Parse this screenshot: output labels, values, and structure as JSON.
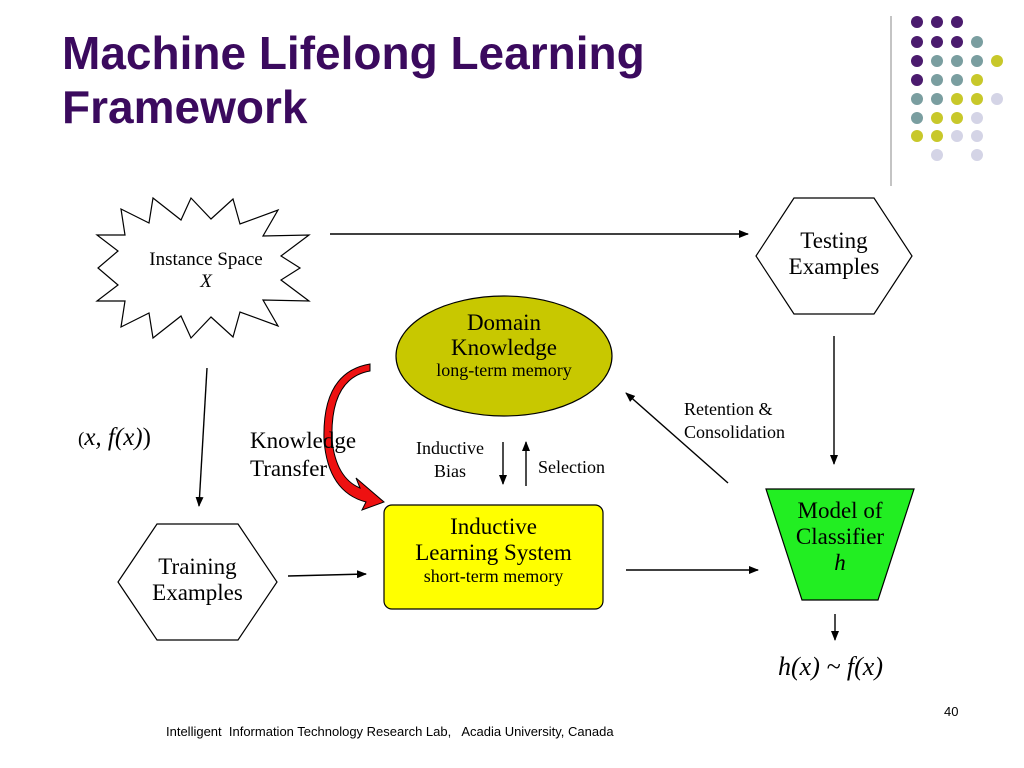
{
  "slide": {
    "title_line1": "Machine Lifelong Learning",
    "title_line2": "Framework",
    "footer": "Intelligent  Information Technology Research Lab,   Acadia University, Canada",
    "page_number": "40"
  },
  "nodes": {
    "instance_space": {
      "line1": "Instance Space",
      "line2": "X"
    },
    "testing_examples": {
      "line1": "Testing",
      "line2": "Examples"
    },
    "training_examples": {
      "line1": "Training",
      "line2": "Examples"
    },
    "domain_knowledge": {
      "line1": "Domain",
      "line2": "Knowledge",
      "line3": "long-term memory"
    },
    "inductive_learning": {
      "line1": "Inductive",
      "line2": "Learning System",
      "line3": "short-term memory"
    },
    "model_classifier": {
      "line1": "Model of",
      "line2": "Classifier",
      "line3": "h"
    }
  },
  "labels": {
    "xfx_open": "(",
    "xfx_body": "x, f(x)",
    "xfx_close": ")",
    "knowledge_transfer_1": "Knowledge",
    "knowledge_transfer_2": "Transfer",
    "inductive_bias_1": "Inductive",
    "inductive_bias_2": "Bias",
    "selection": "Selection",
    "retention_1": "Retention &",
    "retention_2": "Consolidation",
    "hx_fx": "h(x) ~ f(x)"
  },
  "colors": {
    "title": "#3b0a5e",
    "dot_purple": "#4b1b6e",
    "dot_teal": "#7a9ea0",
    "dot_yellow": "#c8c82a",
    "dot_lavender": "#d4d4e6",
    "domain_knowledge_fill": "#c8c800",
    "inductive_fill": "#ffff00",
    "classifier_fill": "#22ee22",
    "transfer_arrow": "#ee1111"
  }
}
